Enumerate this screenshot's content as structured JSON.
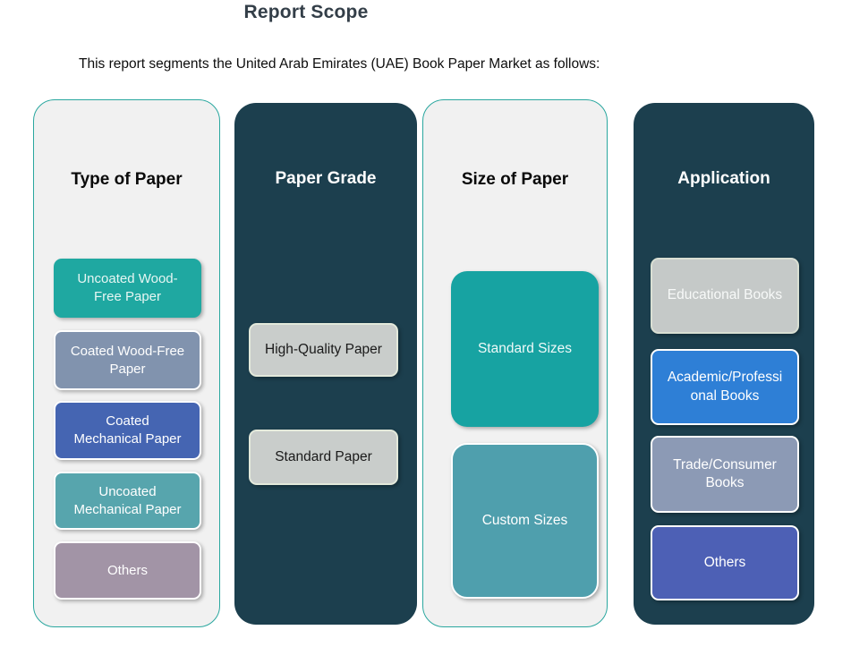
{
  "page": {
    "title": "Report Scope",
    "subtitle": "This report segments the United Arab Emirates (UAE) Book Paper Market as follows:"
  },
  "palette": {
    "title_color": "#333E48",
    "dark_column_bg": "#1C3F4E",
    "light_column_bg": "#F1F1F1",
    "light_column_border": "#2AA79F",
    "dark_header_text": "#FFFFFF"
  },
  "columns": [
    {
      "header": "Type of Paper",
      "theme": "light",
      "items": [
        {
          "label": "Uncoated Wood-\nFree Paper",
          "bg": "#1FA8A1",
          "color": "#E6F6F3",
          "border": ""
        },
        {
          "label": "Coated Wood-Free\nPaper",
          "bg": "#8193AE",
          "color": "#FFFFFF",
          "border": "#FFFFFF"
        },
        {
          "label": "Coated\nMechanical Paper",
          "bg": "#4565B2",
          "color": "#FFFFFF",
          "border": "#FFFFFF"
        },
        {
          "label": "Uncoated\nMechanical Paper",
          "bg": "#57A5AD",
          "color": "#FFFFFF",
          "border": "#FFFFFF"
        },
        {
          "label": "Others",
          "bg": "#A294A6",
          "color": "#FFFFFF",
          "border": "#FFFFFF"
        }
      ]
    },
    {
      "header": "Paper Grade",
      "theme": "dark",
      "items": [
        {
          "label": "High-Quality Paper",
          "bg": "#C9CDCB",
          "color": "#1A1A1A",
          "border": "#E3E9DB"
        },
        {
          "label": "Standard Paper",
          "bg": "#C9CDCB",
          "color": "#1A1A1A",
          "border": "#E3E9DB"
        }
      ]
    },
    {
      "header": "Size of Paper",
      "theme": "light",
      "items": [
        {
          "label": "Standard Sizes",
          "bg": "#17A3A2",
          "color": "#EFFAF9",
          "border": ""
        },
        {
          "label": "Custom Sizes",
          "bg": "#4F9FAD",
          "color": "#FFFFFF",
          "border": "#FFFFFF"
        }
      ]
    },
    {
      "header": "Application",
      "theme": "dark",
      "items": [
        {
          "label": "Educational Books",
          "bg": "#C5C9C8",
          "color": "#F7F9F8",
          "border": "#D9DFD3"
        },
        {
          "label": "Academic/Professi\nonal Books",
          "bg": "#2E7FD6",
          "color": "#FFFFFF",
          "border": "#FFFFFF"
        },
        {
          "label": "Trade/Consumer\nBooks",
          "bg": "#8C9AB5",
          "color": "#FFFFFF",
          "border": "#FFFFFF"
        },
        {
          "label": "Others",
          "bg": "#4D60B5",
          "color": "#FFFFFF",
          "border": "#FFFFFF"
        }
      ]
    }
  ]
}
